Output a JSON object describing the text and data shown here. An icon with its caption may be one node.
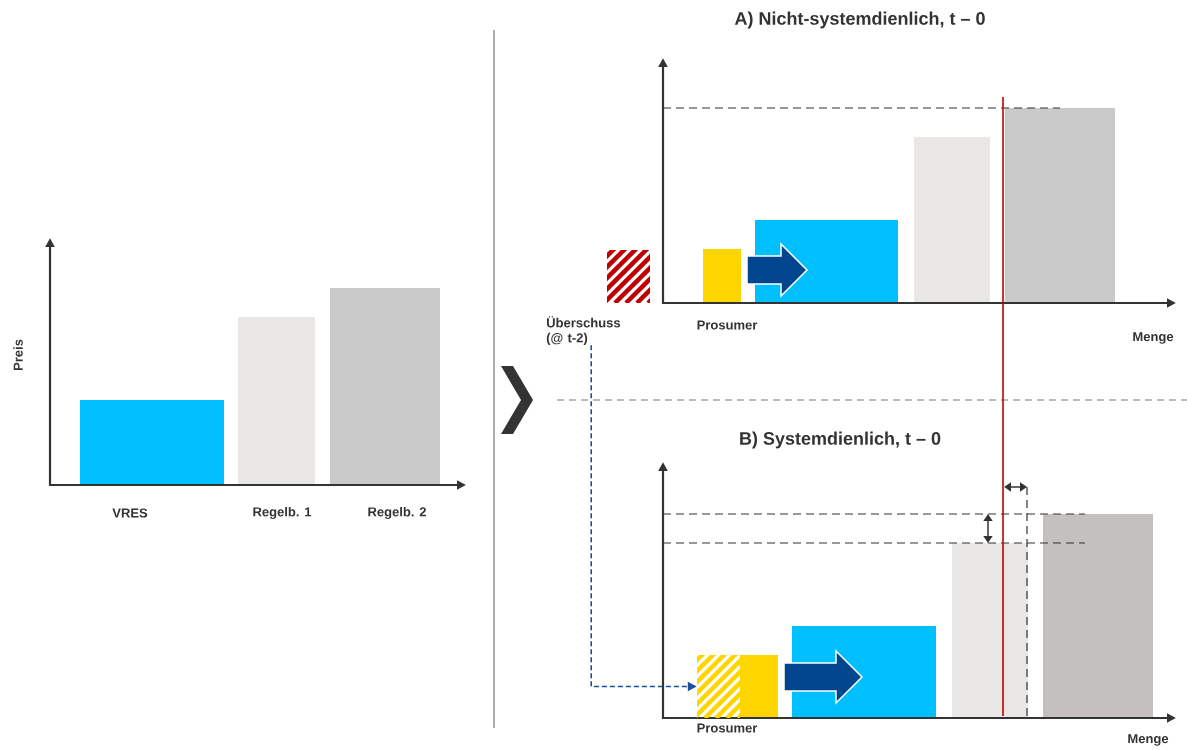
{
  "diagram": {
    "nodes": [
      {
        "text": [
          "Überschuss (@ t-2)"
        ]
      },
      {
        "text": [],
        "shape": "bar",
        "beside": [
          "Prosumer"
        ]
      }
    ],
    "edges": [
      {
        "from": 0,
        "to": 1,
        "arrow": "to",
        "style": "dashed"
      }
    ],
    "labels": [
      "A) Nicht-systemdienlich, t – 0",
      "Preis",
      "Prosumer",
      "Menge",
      "VRES",
      "Regelb. 1",
      "Regelb. 2",
      "B) Systemdienlich, t – 0",
      "Menge"
    ]
  }
}
